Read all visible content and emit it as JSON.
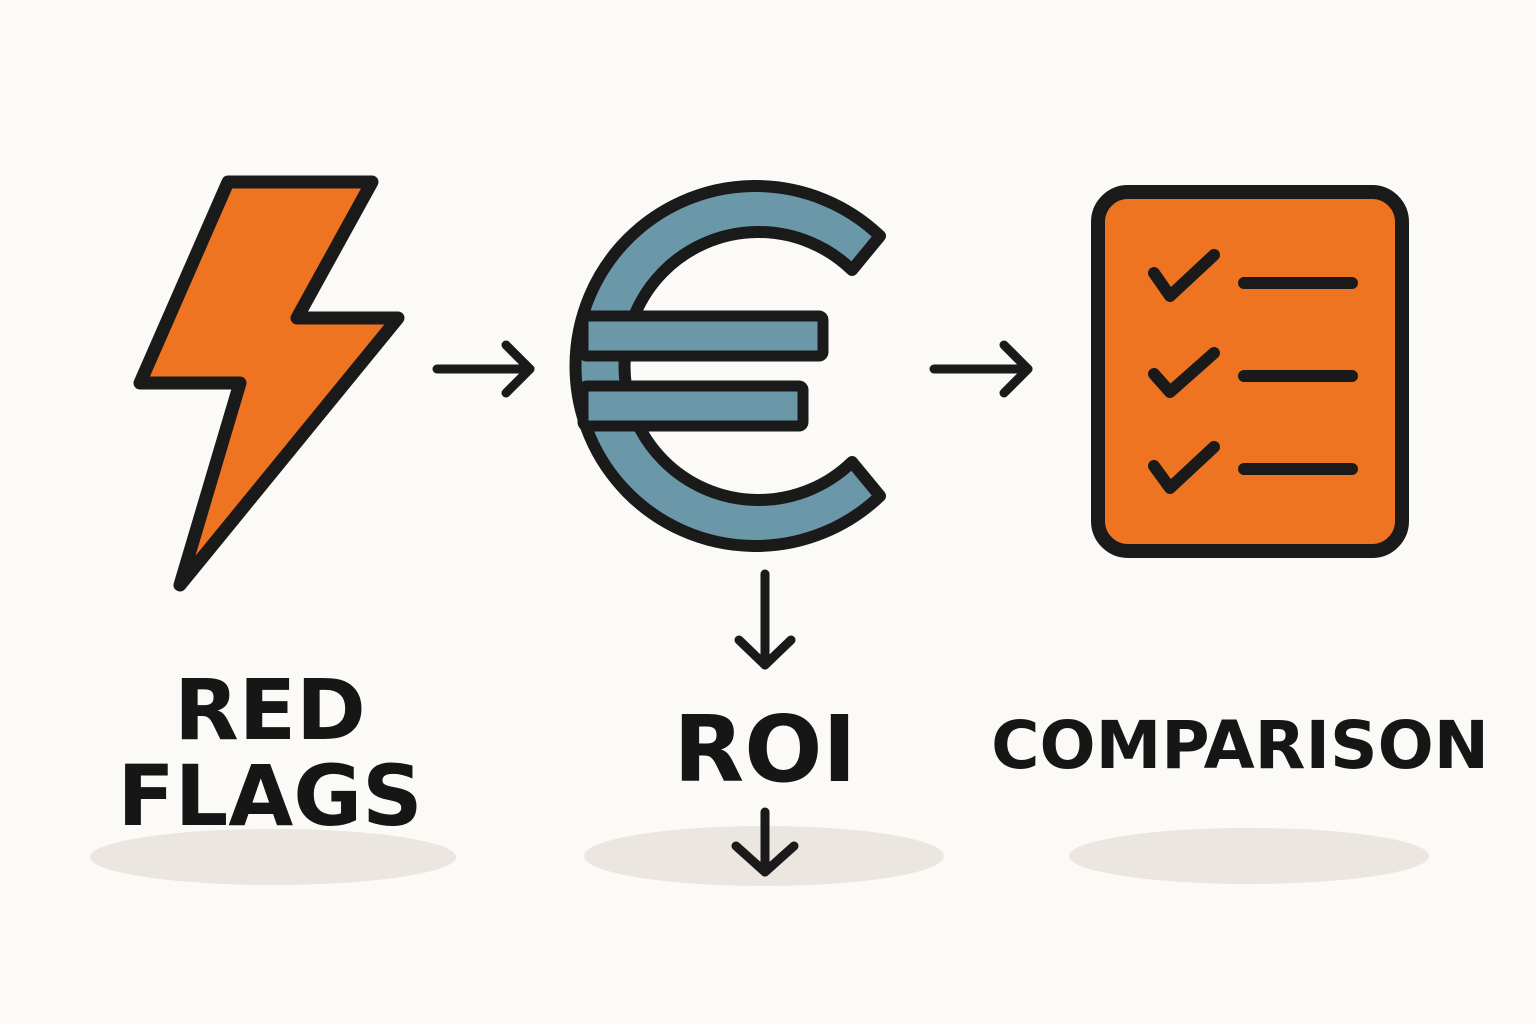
{
  "labels": {
    "red_flags_line1": "RED",
    "red_flags_line2": "FLAGS",
    "roi": "ROI",
    "comparison": "COMPARISON"
  },
  "icons": {
    "first": "lightning-bolt-icon",
    "second": "euro-icon",
    "third": "checklist-icon"
  },
  "colors": {
    "background": "#fbfaf7",
    "orange": "#ef7421",
    "euro_blue": "#6b98a8",
    "outline": "#1a1a1a",
    "shadow": "#ebe6df"
  }
}
